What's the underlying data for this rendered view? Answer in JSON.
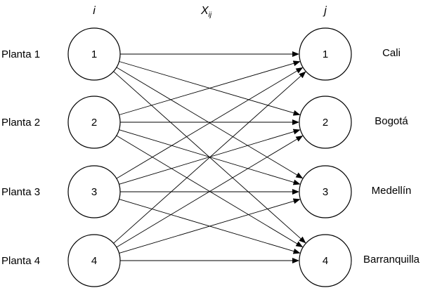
{
  "headers": {
    "left": "i",
    "middle_base": "X",
    "middle_sub": "ij",
    "right": "j"
  },
  "sources": [
    {
      "name": "Planta 1",
      "label": "1"
    },
    {
      "name": "Planta 2",
      "label": "2"
    },
    {
      "name": "Planta 3",
      "label": "3"
    },
    {
      "name": "Planta 4",
      "label": "4"
    }
  ],
  "destinations": [
    {
      "name": "Cali",
      "label": "1"
    },
    {
      "name": "Bogotá",
      "label": "2"
    },
    {
      "name": "Medellín",
      "label": "3"
    },
    {
      "name": "Barranquilla",
      "label": "4"
    }
  ]
}
